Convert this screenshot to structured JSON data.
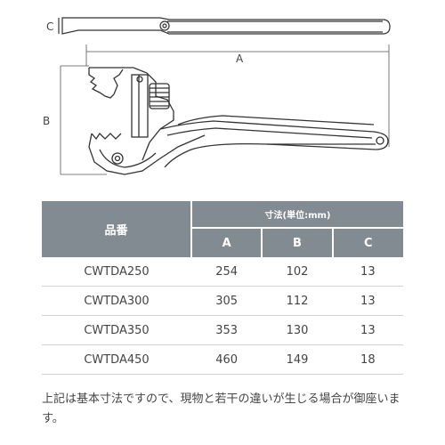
{
  "dimensions": {
    "a": "A",
    "b": "B",
    "c": "C"
  },
  "table": {
    "item_header": "品番",
    "group_header": "寸法(単位:mm)",
    "columns": [
      "A",
      "B",
      "C"
    ],
    "rows": [
      {
        "model": "CWTDA250",
        "a": "254",
        "b": "102",
        "c": "13"
      },
      {
        "model": "CWTDA300",
        "a": "305",
        "b": "112",
        "c": "13"
      },
      {
        "model": "CWTDA350",
        "a": "353",
        "b": "130",
        "c": "13"
      },
      {
        "model": "CWTDA450",
        "a": "460",
        "b": "149",
        "c": "18"
      }
    ]
  },
  "note": "上記は基本寸法ですので、現物と若干の違いが生じる場合が御座います。",
  "colors": {
    "header_bg": "#838b92",
    "line": "#333333",
    "row_border": "#cfd2d5"
  }
}
